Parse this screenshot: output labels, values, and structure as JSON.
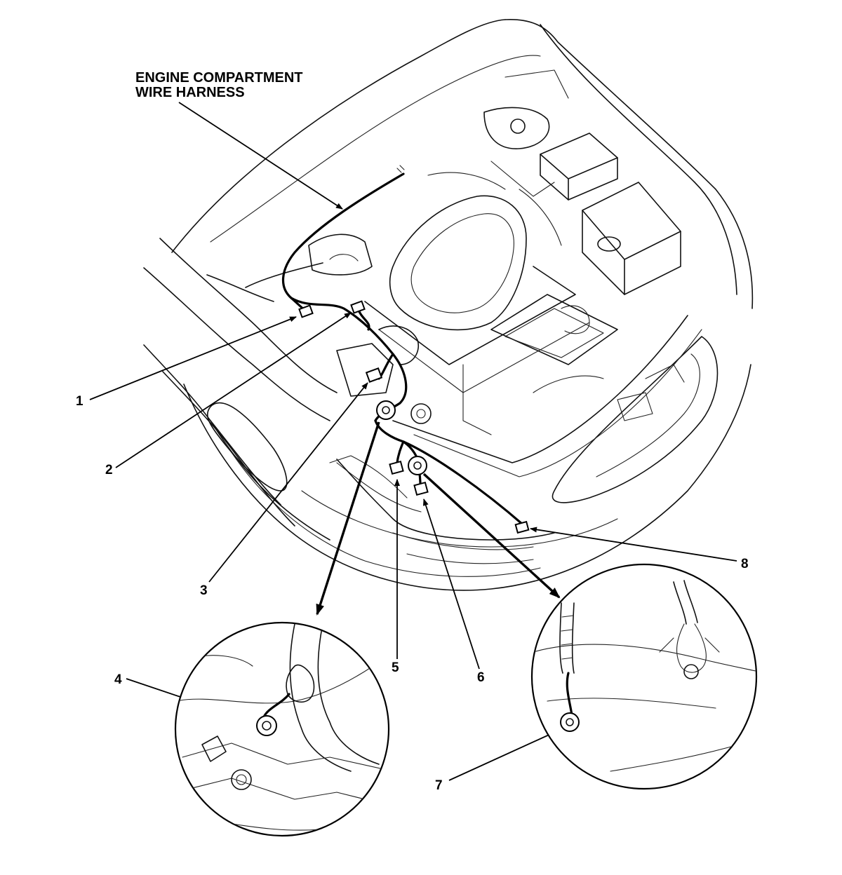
{
  "diagram": {
    "title_line1": "ENGINE COMPARTMENT",
    "title_line2": "WIRE HARNESS",
    "callouts": [
      "1",
      "2",
      "3",
      "4",
      "5",
      "6",
      "7",
      "8"
    ]
  }
}
